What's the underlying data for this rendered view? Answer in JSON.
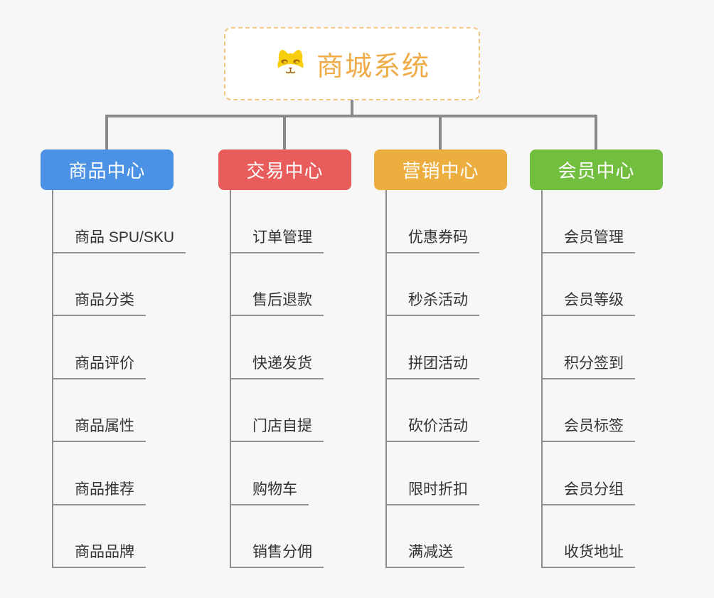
{
  "root": {
    "title": "商城系统",
    "icon": "shiba-dog-icon"
  },
  "branches": [
    {
      "label": "商品中心",
      "color": "#4b92e5",
      "items": [
        "商品 SPU/SKU",
        "商品分类",
        "商品评价",
        "商品属性",
        "商品推荐",
        "商品品牌"
      ]
    },
    {
      "label": "交易中心",
      "color": "#e85d5b",
      "items": [
        "订单管理",
        "售后退款",
        "快递发货",
        "门店自提",
        "购物车",
        "销售分佣"
      ]
    },
    {
      "label": "营销中心",
      "color": "#edae40",
      "items": [
        "优惠券码",
        "秒杀活动",
        "拼团活动",
        "砍价活动",
        "限时折扣",
        "满减送"
      ]
    },
    {
      "label": "会员中心",
      "color": "#72bf40",
      "items": [
        "会员管理",
        "会员等级",
        "积分签到",
        "会员标签",
        "会员分组",
        "收货地址"
      ]
    }
  ],
  "colors": {
    "background": "#f7f7f7",
    "connector": "#8a8a8a",
    "leaf_line": "#929292",
    "leaf_text": "#333333",
    "root_border": "#f3c57f",
    "root_title": "#efac48"
  }
}
